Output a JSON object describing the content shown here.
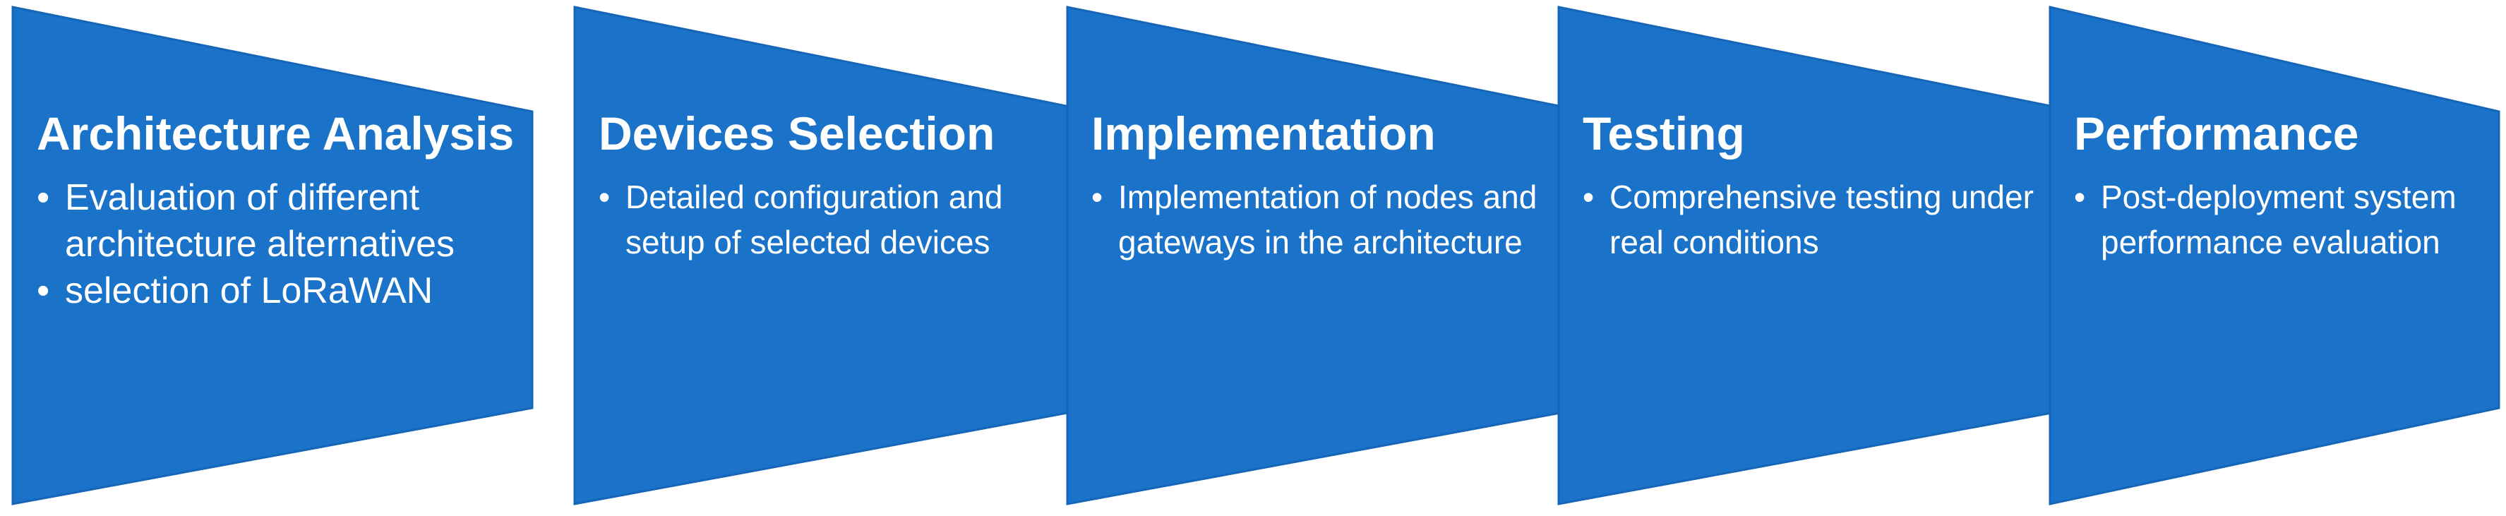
{
  "colors": {
    "fill": "#1a73c9",
    "stroke": "#1565b8",
    "text": "#ffffff"
  },
  "steps": [
    {
      "title": "Architecture Analysis",
      "bullets": [
        "Evaluation of different architecture alternatives",
        "selection of LoRaWAN"
      ]
    },
    {
      "title": "Devices Selection",
      "bullets": [
        "Detailed configuration and setup of selected devices"
      ]
    },
    {
      "title": "Implementation",
      "bullets": [
        "Implementation of nodes and gateways in the architecture"
      ]
    },
    {
      "title": "Testing",
      "bullets": [
        "Comprehensive testing under real conditions"
      ]
    },
    {
      "title": "Performance",
      "bullets": [
        "Post-deployment system performance evaluation"
      ]
    }
  ]
}
